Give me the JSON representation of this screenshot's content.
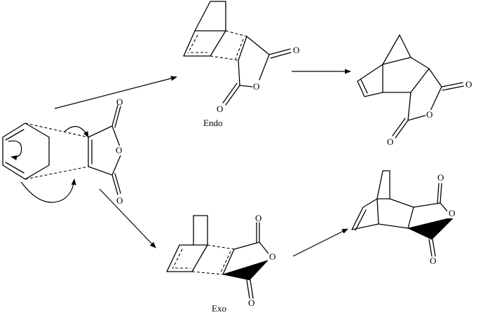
{
  "labels": {
    "endo": "Endo",
    "exo": "Exo"
  },
  "atoms": {
    "oxygen": "O"
  }
}
